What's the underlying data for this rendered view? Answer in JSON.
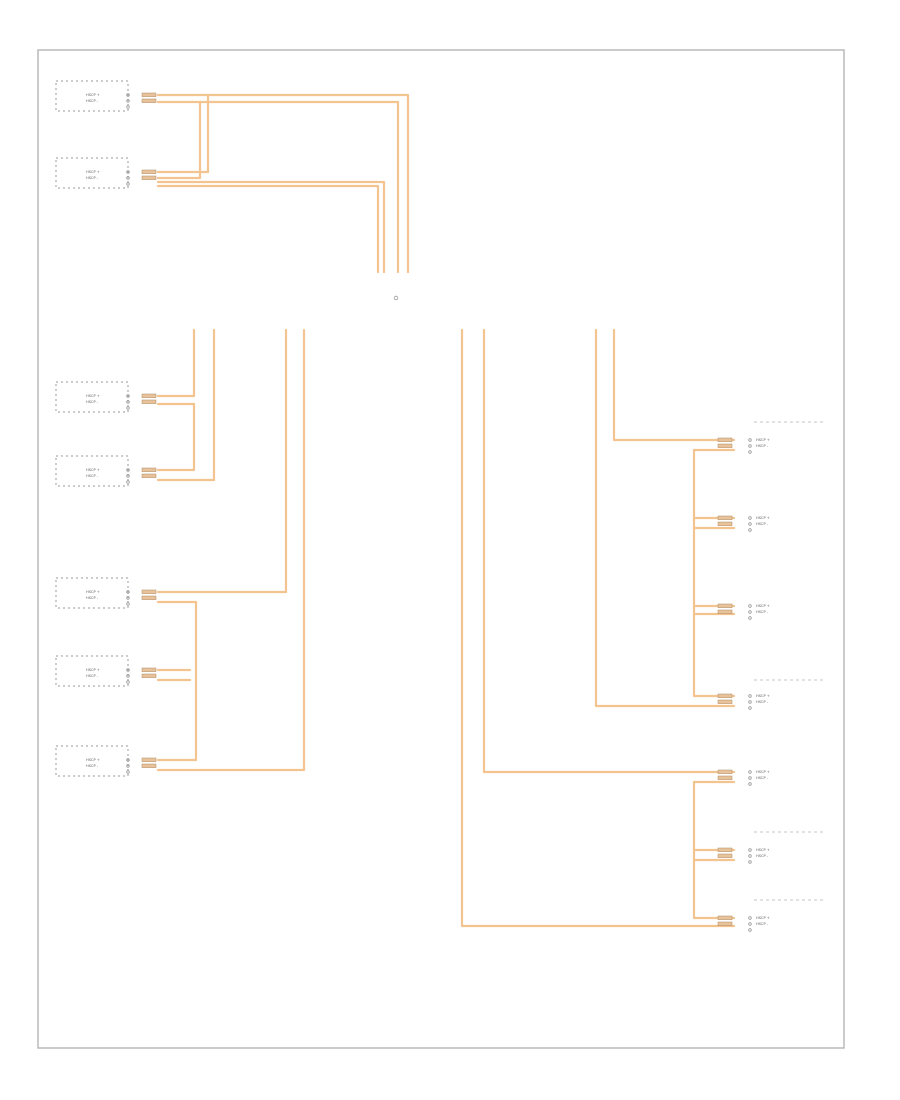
{
  "footer_label": "",
  "components_left": [
    {
      "pins": [
        "HSCP +",
        "HSCP -"
      ],
      "shield": "",
      "name": ""
    },
    {
      "pins": [
        "HSCP +",
        "HSCP -"
      ],
      "shield": "",
      "name": ""
    },
    {
      "pins": [
        "HSCP +",
        "HSCP -"
      ],
      "shield": "",
      "name": ""
    },
    {
      "pins": [
        "HSCP +",
        "HSCP -"
      ],
      "shield": "",
      "name": ""
    },
    {
      "pins": [
        "HSCP +",
        "HSCP -"
      ],
      "shield": "",
      "name": ""
    },
    {
      "pins": [
        "HSCP +",
        "HSCP -"
      ],
      "shield": "",
      "name": ""
    },
    {
      "pins": [
        "HSCP +",
        "HSCP -"
      ],
      "shield": "",
      "name": ""
    }
  ],
  "components_right": [
    {
      "pins": [
        "HSCP +",
        "HSCP -"
      ],
      "shield": "",
      "name": ""
    },
    {
      "pins": [
        "HSCP +",
        "HSCP -"
      ],
      "shield": "",
      "name": ""
    },
    {
      "pins": [
        "HSCP +",
        "HSCP -"
      ],
      "shield": "",
      "name": ""
    },
    {
      "pins": [
        "HSCP +",
        "HSCP -"
      ],
      "shield": "",
      "name": ""
    },
    {
      "pins": [
        "HSCP +",
        "HSCP -"
      ],
      "shield": "",
      "name": ""
    },
    {
      "pins": [
        "HSCP +",
        "HSCP -"
      ],
      "shield": "",
      "name": ""
    },
    {
      "pins": [
        "HSCP +",
        "HSCP -"
      ],
      "shield": "",
      "name": ""
    }
  ],
  "splices": [
    {
      "label": "",
      "codes": [
        "",
        ""
      ]
    },
    {
      "label": "",
      "codes": [
        "",
        ""
      ]
    },
    {
      "label": "",
      "codes": [
        "",
        ""
      ]
    },
    {
      "label": "",
      "codes": [
        "",
        ""
      ]
    },
    {
      "label": "",
      "codes": [
        "",
        ""
      ]
    }
  ],
  "colors": {
    "wire": "#f3c48f",
    "frame": "#b5b5b5",
    "text": "#5e5e5e"
  }
}
